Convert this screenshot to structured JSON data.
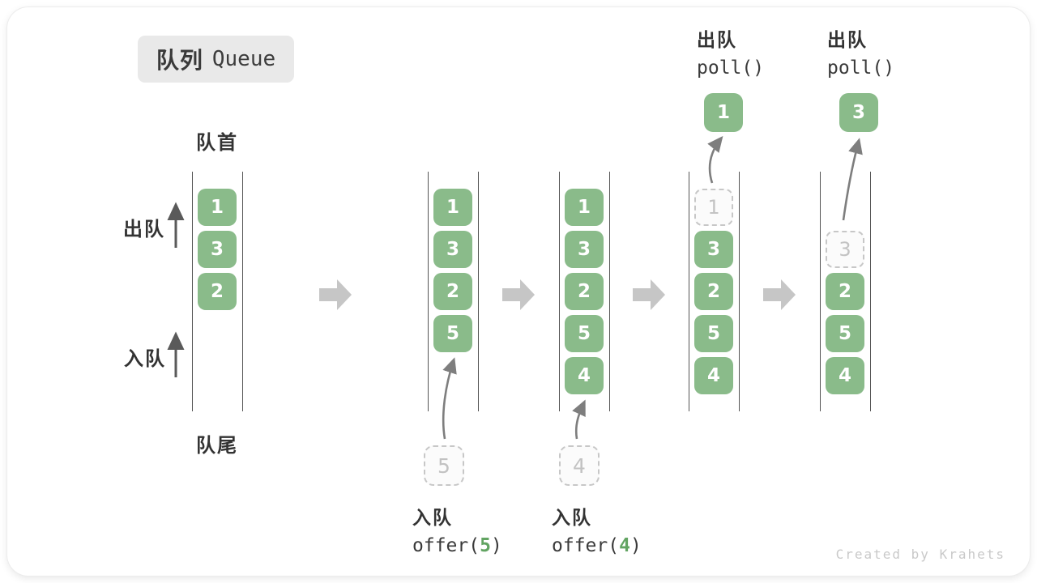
{
  "title": {
    "zh": "队列",
    "en": "Queue"
  },
  "labels": {
    "front": "队首",
    "rear": "队尾",
    "dequeue_side": "出队",
    "enqueue_side": "入队"
  },
  "colors": {
    "box_green": "#8abb8a",
    "code_green": "#62a462",
    "line_gray": "#555555",
    "arrow_gray": "#7e7e7e",
    "block_arrow_gray": "#c6c6c6",
    "badge_bg": "#e9e9e9",
    "dashed_border": "#c7c7c7"
  },
  "queues": [
    {
      "slots": [
        {
          "slot": 0,
          "value": "1",
          "state": "filled"
        },
        {
          "slot": 1,
          "value": "3",
          "state": "filled"
        },
        {
          "slot": 2,
          "value": "2",
          "state": "filled"
        }
      ]
    },
    {
      "slots": [
        {
          "slot": 0,
          "value": "1",
          "state": "filled"
        },
        {
          "slot": 1,
          "value": "3",
          "state": "filled"
        },
        {
          "slot": 2,
          "value": "2",
          "state": "filled"
        },
        {
          "slot": 3,
          "value": "5",
          "state": "filled"
        }
      ]
    },
    {
      "slots": [
        {
          "slot": 0,
          "value": "1",
          "state": "filled"
        },
        {
          "slot": 1,
          "value": "3",
          "state": "filled"
        },
        {
          "slot": 2,
          "value": "2",
          "state": "filled"
        },
        {
          "slot": 3,
          "value": "5",
          "state": "filled"
        },
        {
          "slot": 4,
          "value": "4",
          "state": "filled"
        }
      ]
    },
    {
      "slots": [
        {
          "slot": 0,
          "value": "1",
          "state": "removed"
        },
        {
          "slot": 1,
          "value": "3",
          "state": "filled"
        },
        {
          "slot": 2,
          "value": "2",
          "state": "filled"
        },
        {
          "slot": 3,
          "value": "5",
          "state": "filled"
        },
        {
          "slot": 4,
          "value": "4",
          "state": "filled"
        }
      ]
    },
    {
      "slots": [
        {
          "slot": 1,
          "value": "3",
          "state": "removed"
        },
        {
          "slot": 2,
          "value": "2",
          "state": "filled"
        },
        {
          "slot": 3,
          "value": "5",
          "state": "filled"
        },
        {
          "slot": 4,
          "value": "4",
          "state": "filled"
        }
      ]
    }
  ],
  "annotations": {
    "offer_5": {
      "label": "入队",
      "fn": "offer(",
      "arg": "5",
      "close": ")",
      "pending_value": "5"
    },
    "offer_4": {
      "label": "入队",
      "fn": "offer(",
      "arg": "4",
      "close": ")",
      "pending_value": "4"
    },
    "poll_first": {
      "label": "出队",
      "code": "poll()",
      "polled_value": "1"
    },
    "poll_second": {
      "label": "出队",
      "code": "poll()",
      "polled_value": "3"
    }
  },
  "watermark": "Created by Krahets"
}
